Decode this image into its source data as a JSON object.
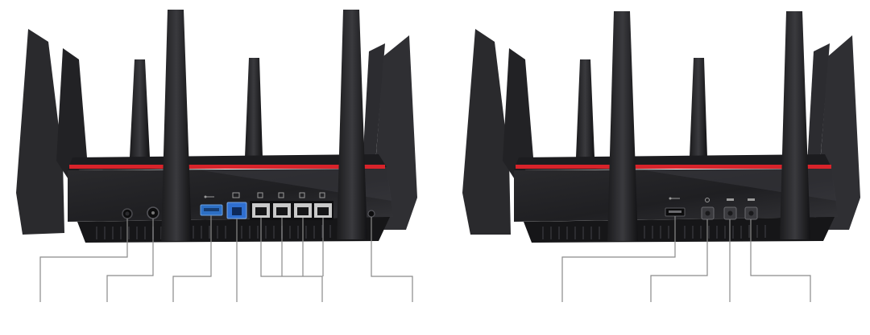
{
  "colors": {
    "body_dark": "#1a1a1c",
    "body_mid": "#2b2b2e",
    "body_light": "#3a3a3e",
    "accent_red": "#d8232a",
    "usb_blue": "#2d6fc4",
    "wan_blue": "#2f6fd0",
    "lan_silver": "#c9c9c9",
    "callout_line": "#8a8a8a"
  },
  "routers": [
    {
      "name": "back-view-left",
      "ports": [
        {
          "id": "power-button",
          "icon": "power-button-icon"
        },
        {
          "id": "dc-in-port",
          "icon": "dc-power-icon"
        },
        {
          "id": "usb-3-port",
          "icon": "usb-icon"
        },
        {
          "id": "wan-port",
          "icon": "wan-port-icon"
        },
        {
          "id": "lan-port-1",
          "icon": "ethernet-port-icon"
        },
        {
          "id": "lan-port-2",
          "icon": "ethernet-port-icon"
        },
        {
          "id": "lan-port-3",
          "icon": "ethernet-port-icon"
        },
        {
          "id": "lan-port-4",
          "icon": "ethernet-port-icon"
        },
        {
          "id": "reset-button",
          "icon": "reset-button-icon"
        }
      ]
    },
    {
      "name": "back-view-right",
      "ports": [
        {
          "id": "usb-2-port",
          "icon": "usb-icon"
        },
        {
          "id": "led-button",
          "icon": "led-button-icon"
        },
        {
          "id": "wps-button",
          "icon": "wps-button-icon"
        },
        {
          "id": "wifi-button",
          "icon": "wifi-button-icon"
        }
      ]
    }
  ]
}
